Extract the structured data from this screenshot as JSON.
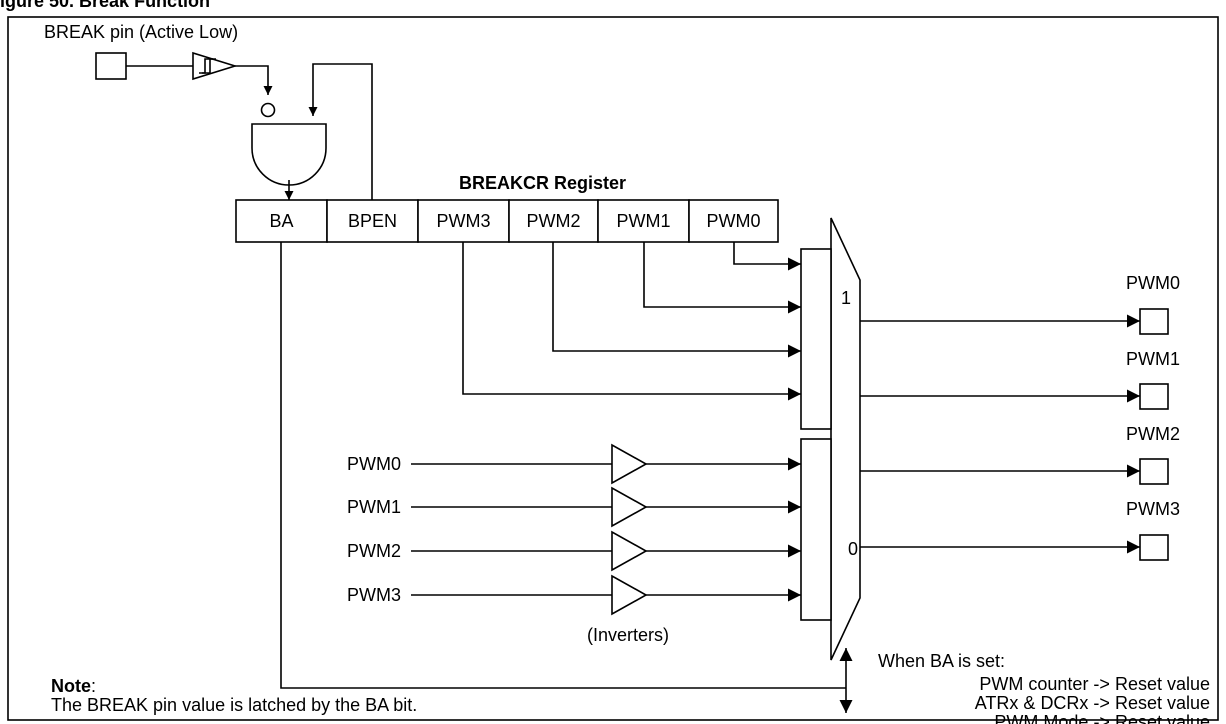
{
  "figure": {
    "title_fragment": "igure 50. Break Function"
  },
  "break_pin": {
    "label": "BREAK pin (Active Low)"
  },
  "register": {
    "title": "BREAKCR Register",
    "bits": [
      "BA",
      "BPEN",
      "PWM3",
      "PWM2",
      "PWM1",
      "PWM0"
    ]
  },
  "mux": {
    "select_high": "1",
    "select_low": "0"
  },
  "inputs": [
    "PWM0",
    "PWM1",
    "PWM2",
    "PWM3"
  ],
  "inverters_label": "(Inverters)",
  "outputs": [
    "PWM0",
    "PWM1",
    "PWM2",
    "PWM3"
  ],
  "ba_set_note": {
    "heading": "When BA is set:",
    "lines": [
      "PWM counter -> Reset value",
      "ATRx & DCRx -> Reset value",
      "PWM Mode -> Reset value"
    ]
  },
  "note": {
    "label": "Note",
    "colon": ":",
    "text": "The BREAK pin value is latched by the BA bit."
  }
}
